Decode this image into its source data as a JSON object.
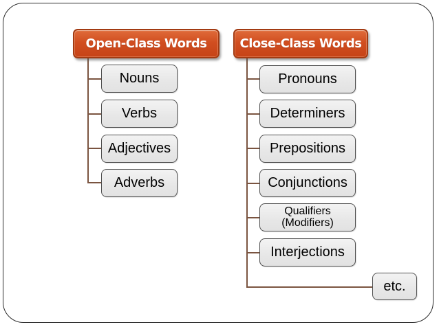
{
  "slide": {
    "open_class": {
      "title": "Open-Class Words",
      "items": [
        "Nouns",
        "Verbs",
        "Adjectives",
        "Adverbs"
      ]
    },
    "close_class": {
      "title": "Close-Class Words",
      "items": [
        "Pronouns",
        "Determiners",
        "Prepositions",
        "Conjunctions",
        "Qualifiers\n(Modifiers)",
        "Interjections",
        "etc."
      ]
    },
    "colors": {
      "header_fill": "#d14e20",
      "header_border": "#a23a12",
      "header_text": "#ffffff",
      "node_fill": "#e9e9e9",
      "node_border": "#4f4f4f",
      "node_text": "#000000",
      "connector": "#7a5440",
      "frame_border": "#2b2b2b"
    }
  }
}
